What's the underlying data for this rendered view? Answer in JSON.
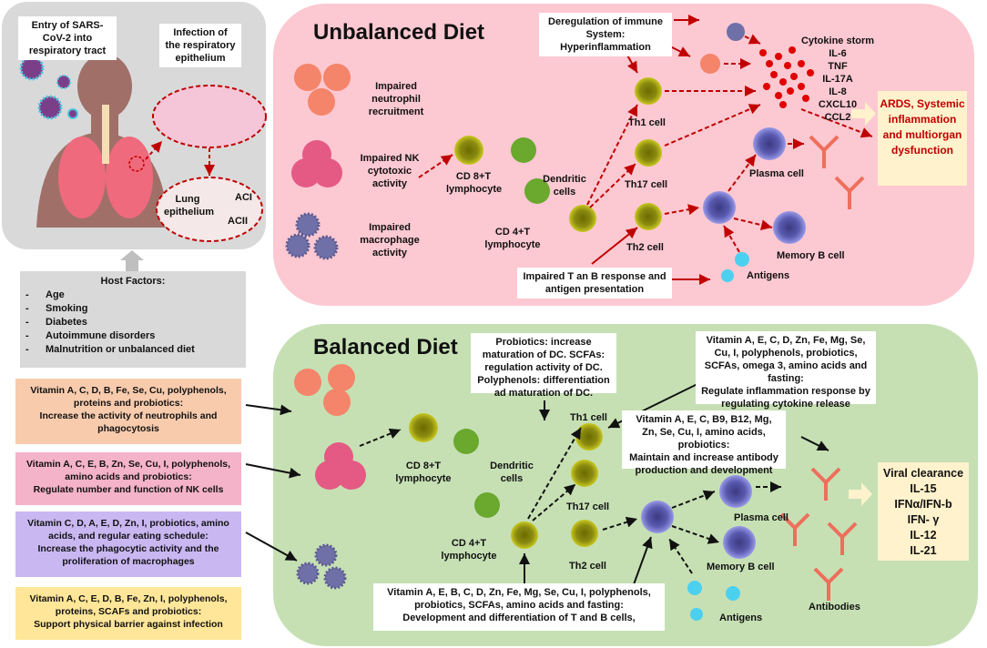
{
  "colors": {
    "gray_panel": "#d9d9d9",
    "unbalanced_panel": "#fcc8d1",
    "balanced_panel": "#c6e0b4",
    "outcome_box": "#fff2cc",
    "ards_text": "#c00000",
    "neutrophil_box": "#f8cbad",
    "nk_box": "#f4b3c8",
    "macrophage_box": "#c9b7f2",
    "barrier_box": "#ffe699"
  },
  "infection": {
    "entry_label": "Entry of SARS-CoV-2 into respiratory tract",
    "epithelium_label": "Infection of the respiratory epithelium",
    "lung_epithelium_label": "Lung epithelium",
    "aci_label": "ACI",
    "acii_label": "ACII"
  },
  "host_factors": {
    "title": "Host Factors:",
    "items": [
      "Age",
      "Smoking",
      "Diabetes",
      "Autoimmune disorders",
      "Malnutrition or unbalanced diet"
    ]
  },
  "nutrient_boxes": [
    {
      "nutrients": "Vitamin A, C, D, B, Fe, Se, Cu, polyphenols, proteins and probiotics:",
      "effect": "Increase the activity of neutrophils and phagocytosis"
    },
    {
      "nutrients": "Vitamin A, C, E, B, Zn, Se, Cu, I, polyphenols, amino acids and probiotics:",
      "effect": "Regulate number and function of NK cells"
    },
    {
      "nutrients": "Vitamin C, D, A, E, D, Zn, I, probiotics, amino acids, and regular eating schedule:",
      "effect": "Increase the phagocytic activity and the proliferation of macrophages"
    },
    {
      "nutrients": "Vitamin A, C, E, D, B, Fe, Zn, I, polyphenols, proteins, SCAFs and probiotics:",
      "effect": "Support physical barrier against infection"
    }
  ],
  "unbalanced": {
    "title": "Unbalanced Diet",
    "neutrophil_label": "Impaired neutrophil recruitment",
    "nk_label": "Impaired NK cytotoxic activity",
    "macrophage_label": "Impaired macrophage activity",
    "cd8_label": "CD 8+T lymphocyte",
    "dendritic_label": "Dendritic cells",
    "cd4_label": "CD 4+T lymphocyte",
    "th1_label": "Th1 cell",
    "th17_label": "Th17 cell",
    "th2_label": "Th2 cell",
    "deregulation_box": "Deregulation of immune System: Hyperinflammation",
    "tb_box": "Impaired T an B response and antigen presentation",
    "cytokine_title": "Cytokine storm",
    "cytokines": [
      "IL-6",
      "TNF",
      "IL-17A",
      "IL-8",
      "CXCL10",
      "CCL2"
    ],
    "plasma_label": "Plasma cell",
    "memory_label": "Memory B cell",
    "antigens_label": "Antigens",
    "outcome": "ARDS, Systemic inflammation and multiorgan dysfunction"
  },
  "balanced": {
    "title": "Balanced Diet",
    "cd8_label": "CD 8+T lymphocyte",
    "dendritic_label": "Dendritic cells",
    "cd4_label": "CD 4+T lymphocyte",
    "th1_label": "Th1 cell",
    "th17_label": "Th17 cell",
    "th2_label": "Th2 cell",
    "dc_box": "Probiotics: increase maturation of DC. SCFAs: regulation activity of DC. Polyphenols: differentiation ad maturation of DC.",
    "inflammation_box": {
      "nutrients": "Vitamin A, E, C, D, Zn, Fe, Mg, Se, Cu, I, polyphenols, probiotics, SCFAs, omega 3, amino acids and fasting:",
      "effect": "Regulate inflammation response by regulating cytokine release"
    },
    "antibody_box": {
      "nutrients": "Vitamin A, E, C, B9, B12, Mg, Zn, Se, Cu, I, amino acids, probiotics:",
      "effect": "Maintain and increase antibody production and development"
    },
    "tb_box": {
      "nutrients": "Vitamin A, E, B, C, D, Zn, Fe, Mg, Se, Cu, I, polyphenols, probiotics, SCFAs, amino acids and fasting:",
      "effect": "Development and differentiation of T and B cells,"
    },
    "plasma_label": "Plasma cell",
    "memory_label": "Memory B cell",
    "antigens_label": "Antigens",
    "antibodies_label": "Antibodies",
    "outcome_title": "Viral clearance",
    "outcome_items": [
      "IL-15",
      "IFNα/IFN-b",
      "IFN- γ",
      "IL-12",
      "IL-21"
    ]
  }
}
